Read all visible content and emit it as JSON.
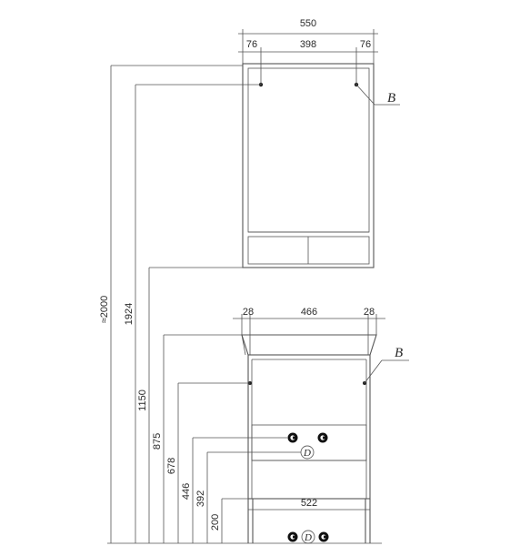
{
  "mirror_cabinet": {
    "width_total": "550",
    "offset_left": "76",
    "hole_spacing": "398",
    "offset_right": "76",
    "callout": "B"
  },
  "vanity": {
    "offset_left": "28",
    "inner_width": "466",
    "offset_right": "28",
    "leg_spacing": "522",
    "callout": "B",
    "marker_d": "D"
  },
  "heights": [
    "≈2000",
    "1924",
    "1150",
    "875",
    "678",
    "446",
    "392",
    "200"
  ],
  "icons": {
    "connection": "c-circle-icon",
    "drain": "d-circle-icon"
  }
}
